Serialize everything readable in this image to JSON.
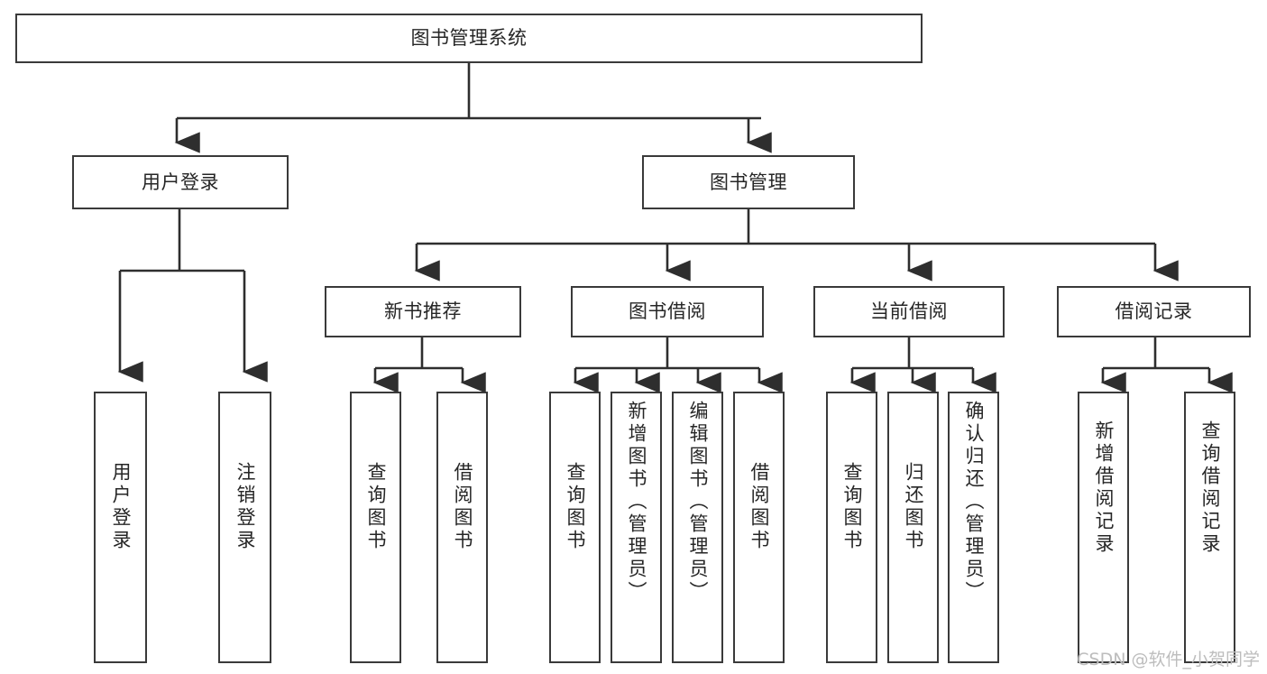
{
  "diagram": {
    "title": "图书管理系统",
    "type": "tree-hierarchy",
    "orientation": "top-down",
    "colors": {
      "box_border": "#3a3a3a",
      "box_fill": "#ffffff",
      "connector": "#2e2e2e",
      "text": "#262626",
      "watermark": "#bdbdbd",
      "background": "#ffffff"
    }
  },
  "root": {
    "label": "图书管理系统"
  },
  "level2": [
    {
      "label": "用户登录"
    },
    {
      "label": "图书管理"
    }
  ],
  "level3": [
    {
      "label": "新书推荐"
    },
    {
      "label": "图书借阅"
    },
    {
      "label": "当前借阅"
    },
    {
      "label": "借阅记录"
    }
  ],
  "leaves": {
    "user_login": [
      {
        "label": "用户登录"
      },
      {
        "label": "注销登录"
      }
    ],
    "new_book_recommend": [
      {
        "label": "查询图书"
      },
      {
        "label": "借阅图书"
      }
    ],
    "book_borrow": [
      {
        "label": "查询图书"
      },
      {
        "label": "新增图书（管理员）"
      },
      {
        "label": "编辑图书（管理员）"
      },
      {
        "label": "借阅图书"
      }
    ],
    "current_borrow": [
      {
        "label": "查询图书"
      },
      {
        "label": "归还图书"
      },
      {
        "label": "确认归还（管理员）"
      }
    ],
    "borrow_record": [
      {
        "label": "新增借阅记录"
      },
      {
        "label": "查询借阅记录"
      }
    ]
  },
  "watermark": {
    "text": "CSDN @软件_小贺同学"
  }
}
